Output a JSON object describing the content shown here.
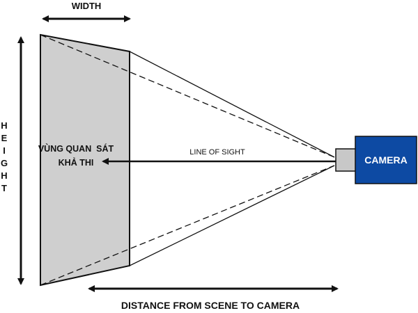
{
  "labels": {
    "width": "WIDTH",
    "height": "HEIGHT",
    "scene_line1": "VÙNG QUAN  SÁT",
    "scene_line2": "KHẢ THI",
    "line_of_sight": "LINE OF SIGHT",
    "camera": "CAMERA",
    "distance": "DISTANCE FROM SCENE TO CAMERA"
  },
  "colors": {
    "camera_body": "#0d4aa3",
    "camera_lens": "#c8c8c8",
    "scene_fill": "#cfcfcf",
    "lines": "#111111"
  }
}
